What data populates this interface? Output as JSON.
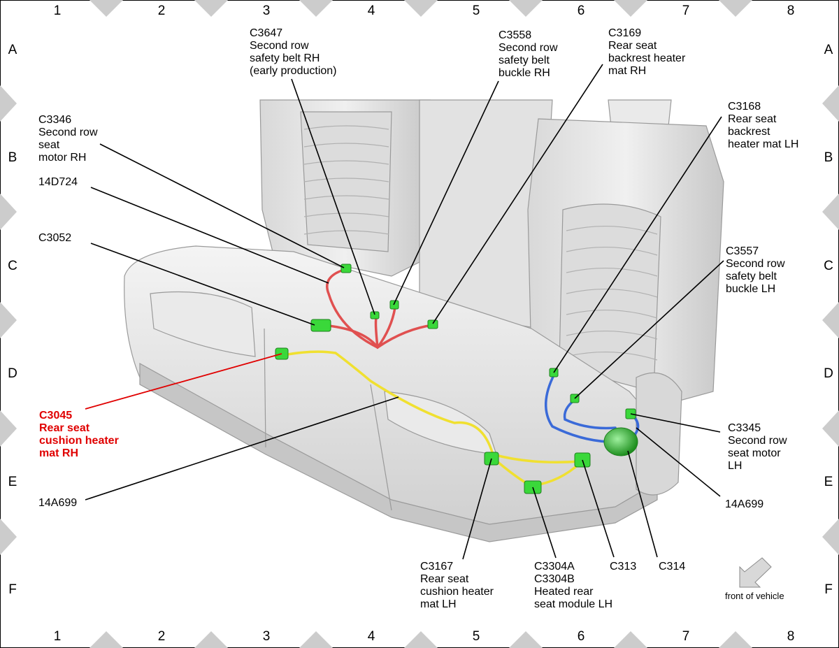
{
  "grid": {
    "columns": [
      "1",
      "2",
      "3",
      "4",
      "5",
      "6",
      "7",
      "8"
    ],
    "rows": [
      "A",
      "B",
      "C",
      "D",
      "E",
      "F"
    ]
  },
  "labels": {
    "c3647": [
      "C3647",
      "Second row",
      "safety belt RH",
      "(early production)"
    ],
    "c3558": [
      "C3558",
      "Second row",
      "safety belt",
      "buckle RH"
    ],
    "c3169": [
      "C3169",
      "Rear seat",
      "backrest heater",
      "mat RH"
    ],
    "c3346": [
      "C3346",
      "Second row",
      "seat",
      "motor RH"
    ],
    "c3168": [
      "C3168",
      "Rear seat",
      "backrest",
      "heater mat LH"
    ],
    "w14d724": [
      "14D724"
    ],
    "c3052": [
      "C3052"
    ],
    "c3557": [
      "C3557",
      "Second row",
      "safety belt",
      "buckle LH"
    ],
    "c3045": [
      "C3045",
      "Rear seat",
      "cushion heater",
      "mat RH"
    ],
    "c3345": [
      "C3345",
      "Second row",
      "seat motor",
      "LH"
    ],
    "w14a699_left": [
      "14A699"
    ],
    "w14a699_right": [
      "14A699"
    ],
    "c3167": [
      "C3167",
      "Rear seat",
      "cushion heater",
      "mat LH"
    ],
    "c3304": [
      "C3304A",
      "C3304B",
      "Heated rear",
      "seat module LH"
    ],
    "c313": [
      "C313"
    ],
    "c314": [
      "C314"
    ]
  },
  "orientation": {
    "text": "front of vehicle"
  },
  "colors": {
    "seat_fill": "#e4e4e4",
    "seat_edge": "#9a9a9a",
    "connector": "#3ad83a",
    "harness_red": "#e05050",
    "harness_yellow": "#f0e030",
    "harness_blue": "#3a6ad8",
    "highlight_text": "#e00000",
    "border_triangle": "#cccccc"
  }
}
